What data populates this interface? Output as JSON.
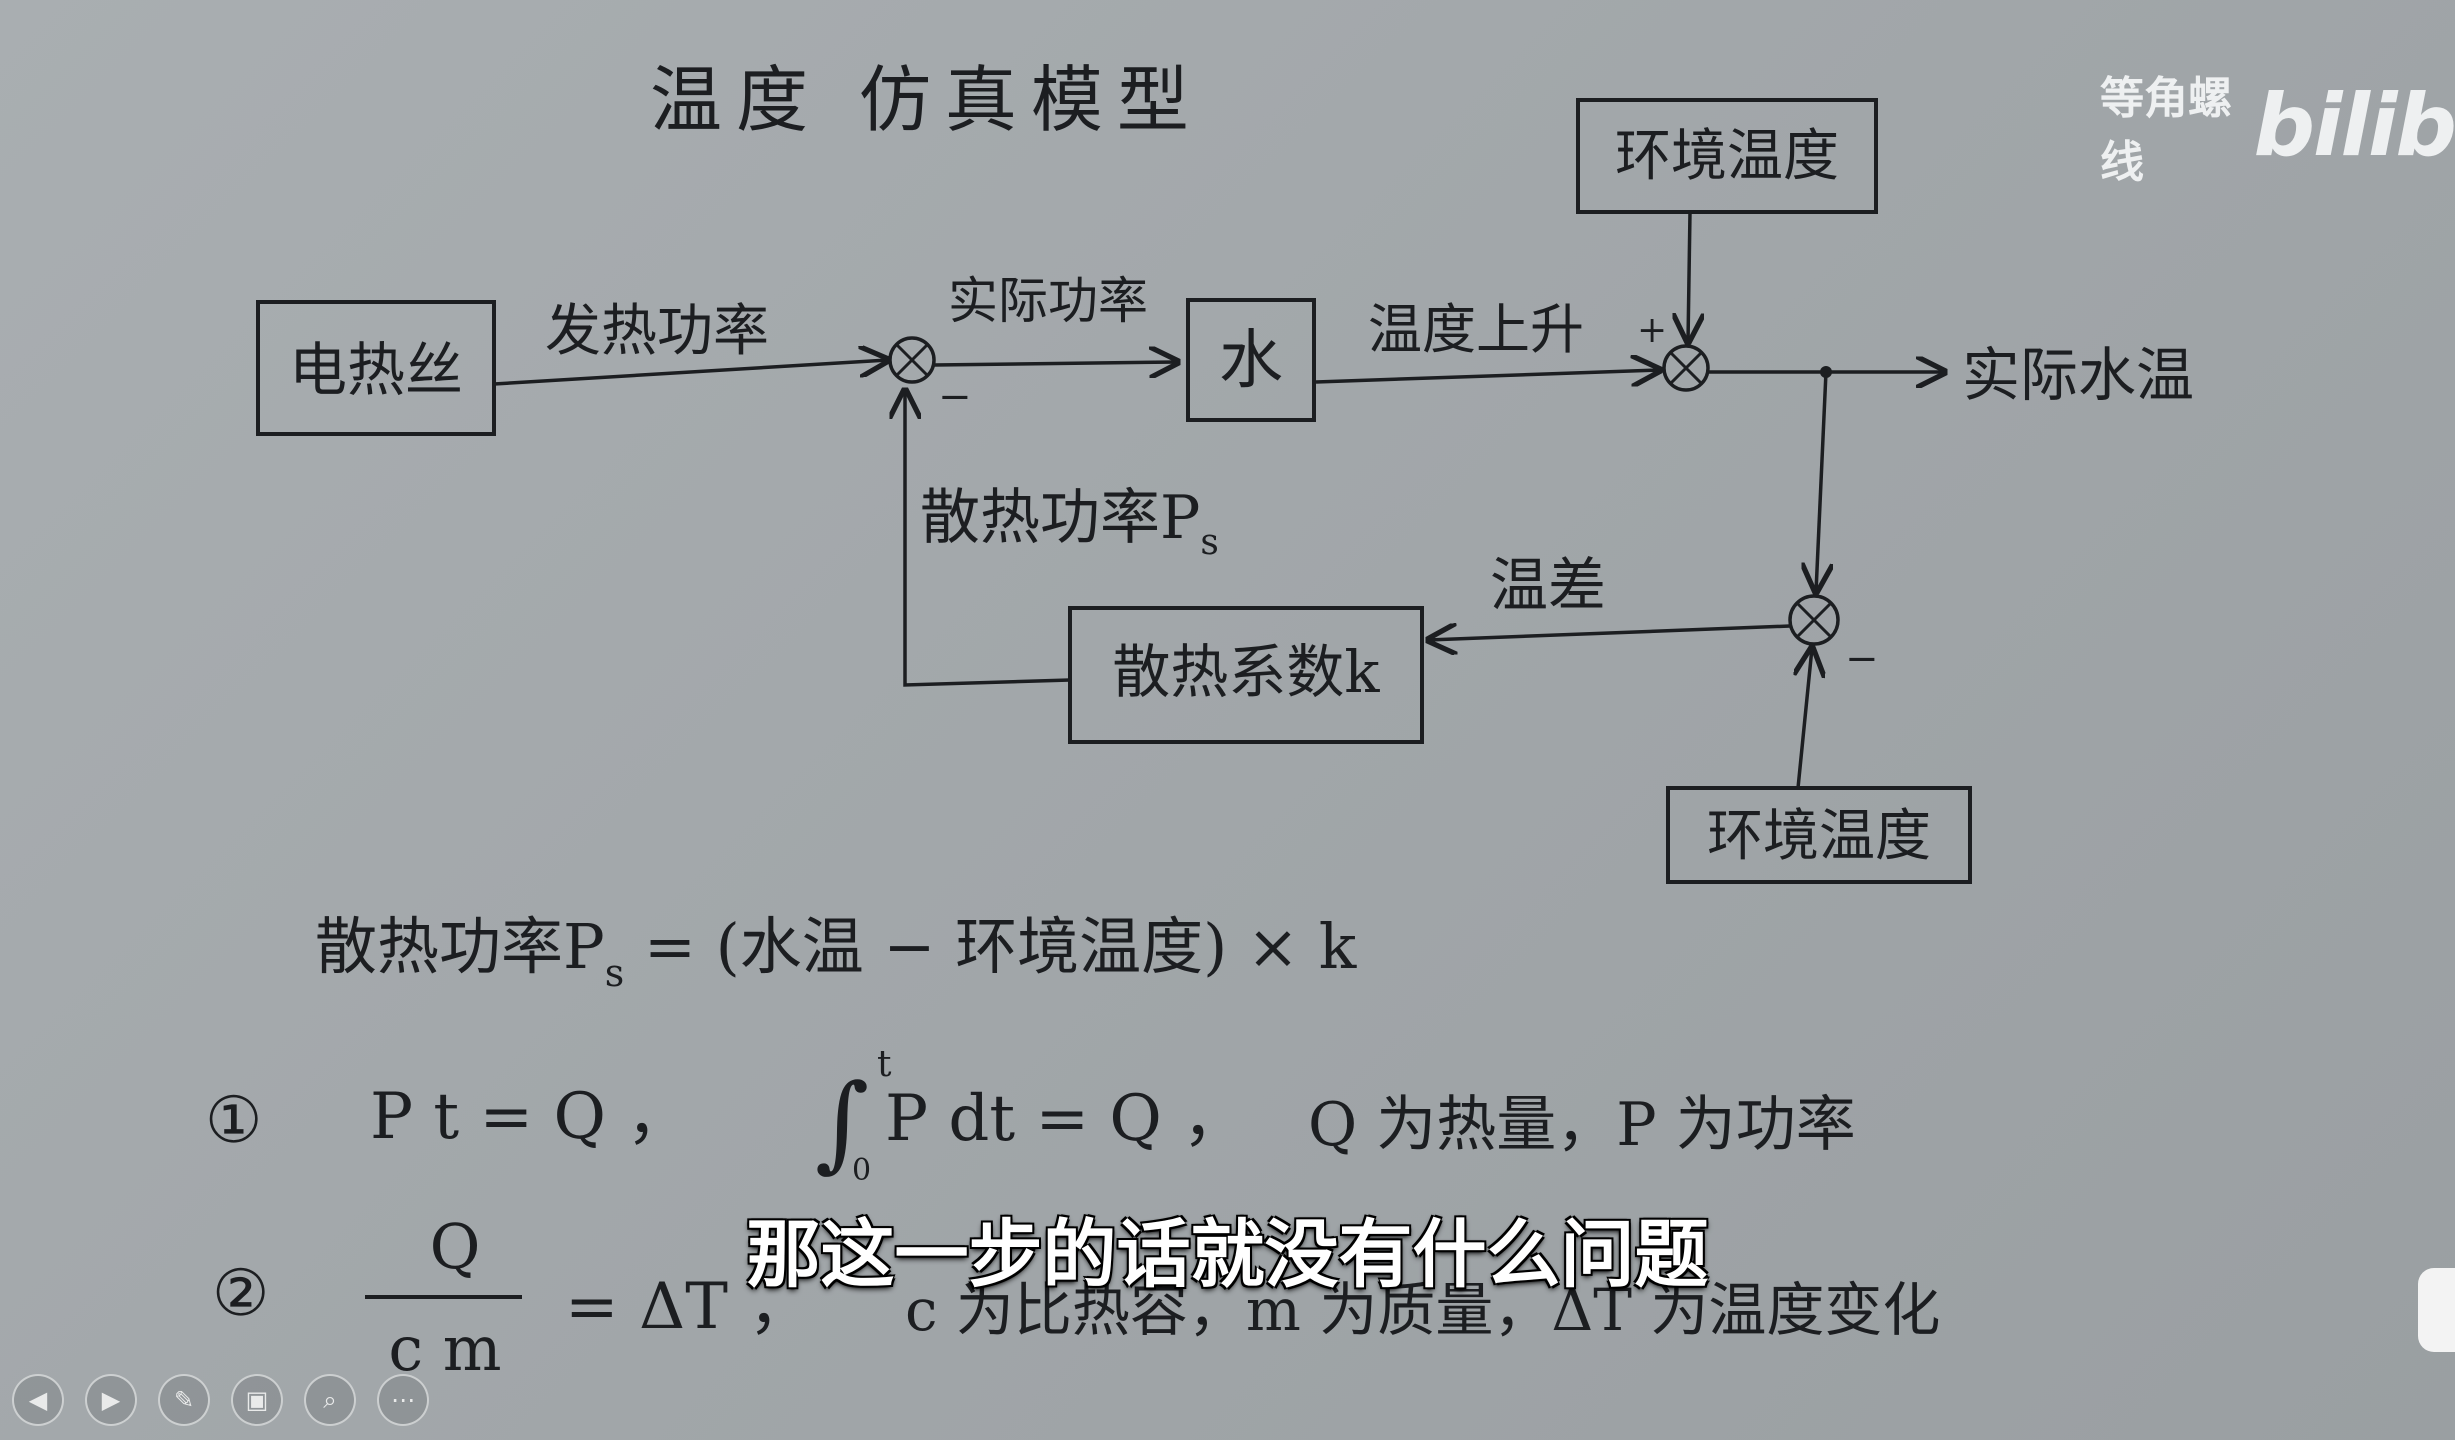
{
  "title": "温度 仿真模型",
  "watermark": {
    "text": "等角螺线",
    "logo": "bilib"
  },
  "blocks": {
    "heater": "电热丝",
    "water": "水",
    "ambient_top": "环境温度",
    "coef": "散热系数k",
    "ambient_bottom": "环境温度"
  },
  "signals": {
    "heat_power": "发热功率",
    "actual_power": "实际功率",
    "temp_rise": "温度上升",
    "actual_temp": "实际水温",
    "dissipation": "散热功率P",
    "dissipation_sub": "s",
    "temp_diff": "温差",
    "plus1": "+",
    "minus1": "−",
    "minus2": "−"
  },
  "formula_main": "散热功率P",
  "formula_main_sub": "s",
  "formula_main_rest": " = (水温 − 环境温度) × k",
  "formula1": {
    "num": "①",
    "eq1": "P t = Q ，",
    "integral": "∫",
    "upper": "t",
    "lower": "0",
    "eq2": "P dt = Q ，",
    "eq3": "Q 为热量，P 为功率"
  },
  "formula2": {
    "num": "②",
    "numerator": "Q",
    "denominator": "c m",
    "eq": "= ΔT ，",
    "desc": "c 为比热容，m 为质量，ΔT 为温度变化"
  },
  "subtitle": "那这一步的话就没有什么问题",
  "controls": [
    "◀",
    "▶",
    "✎",
    "▣",
    "⌕",
    "⋯"
  ]
}
